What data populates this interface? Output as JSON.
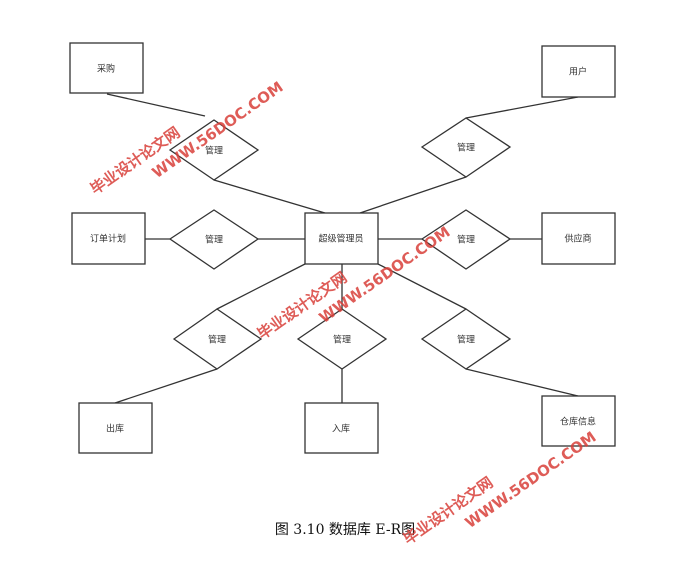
{
  "entities": {
    "purchase": "采购",
    "user": "用户",
    "order_plan": "订单计划",
    "super_admin": "超级管理员",
    "supplier": "供应商",
    "outbound": "出库",
    "inbound": "入库",
    "warehouse_info": "仓库信息"
  },
  "relationships": {
    "manage": "管理"
  },
  "caption": "图 3.10 数据库 E-R图",
  "watermark": {
    "line1": "毕业设计论文网",
    "line2": "WWW.56DOC.COM"
  }
}
